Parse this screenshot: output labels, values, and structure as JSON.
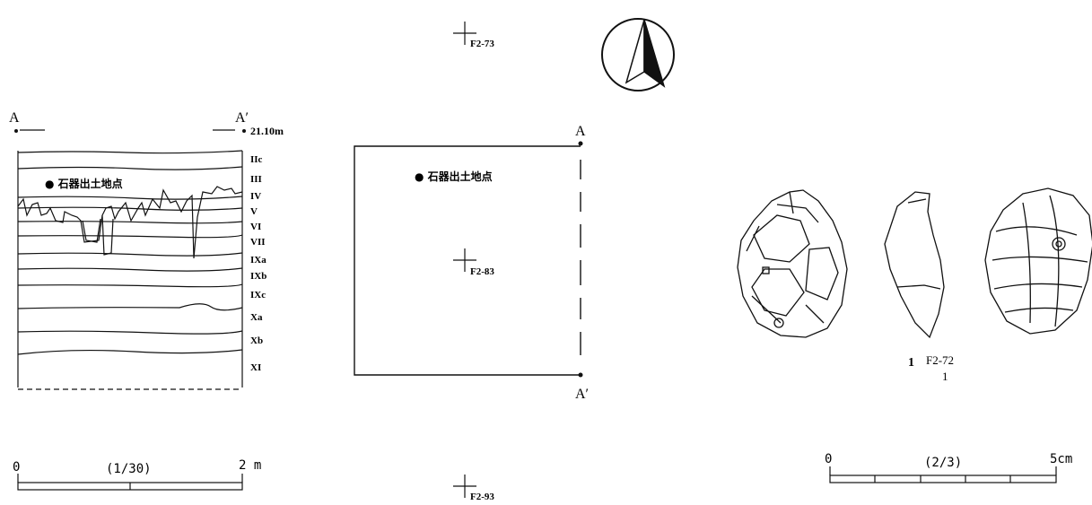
{
  "section": {
    "left_label": "A",
    "right_label": "A′",
    "elevation": "21.10m",
    "find_label": "● 石器出土地点",
    "layers": [
      "IIc",
      "III",
      "IV",
      "V",
      "VI",
      "VII",
      "IXa",
      "IXb",
      "IXc",
      "Xa",
      "Xb",
      "XI"
    ]
  },
  "plan": {
    "label_top": "A",
    "label_bottom": "A′",
    "find_label": "● 石器出土地点",
    "grid_points": [
      "F2-73",
      "F2-83",
      "F2-93"
    ]
  },
  "artifact": {
    "number": "1",
    "grid": "F2-72",
    "item": "1"
  },
  "scales": {
    "left": {
      "start": "0",
      "ratio": "(1/30)",
      "end": "2 m"
    },
    "right": {
      "start": "0",
      "ratio": "(2/3)",
      "end": "5cm"
    }
  },
  "colors": {
    "ink": "#111111",
    "paper": "#ffffff"
  },
  "icons": [
    "north-arrow-icon"
  ]
}
